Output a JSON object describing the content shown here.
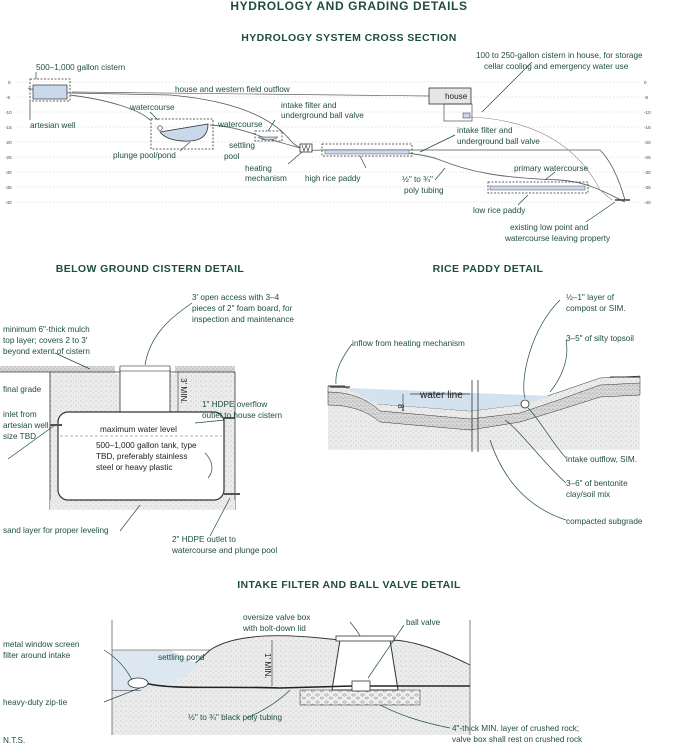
{
  "title": "HYDROLOGY AND GRADING DETAILS",
  "cross_section": {
    "title": "HYDROLOGY SYSTEM CROSS SECTION",
    "axis_ticks": [
      "0",
      "-5",
      "-10",
      "-15",
      "-20",
      "-25",
      "-30",
      "-35",
      "-40"
    ],
    "labels": {
      "cistern": "500–1,000 gallon cistern",
      "artesian_well": "artesian well",
      "house_outflow": "house and western field outflow",
      "watercourse_1": "watercourse",
      "watercourse_2": "watercourse",
      "plunge_pool": "plunge pool/pond",
      "intake_filter_1_line1": "intake filter and",
      "intake_filter_1_line2": "underground ball valve",
      "settling_pool_line1": "settling",
      "settling_pool_line2": "pool",
      "heating_line1": "heating",
      "heating_line2": "mechanism",
      "high_rice_paddy": "high rice paddy",
      "house": "house",
      "house_cistern_line1": "100 to 250-gallon cistern in house, for storage",
      "house_cistern_line2": "cellar cooling and emergency water use",
      "intake_filter_2_line1": "intake filter and",
      "intake_filter_2_line2": "underground ball valve",
      "primary_watercourse": "primary watercourse",
      "poly_line1": "½\" to ¾\"",
      "poly_line2": "poly tubing",
      "low_rice_paddy": "low rice paddy",
      "low_point_line1": "existing low point and",
      "low_point_line2": "watercourse leaving property"
    }
  },
  "cistern_detail": {
    "title": "BELOW GROUND CISTERN DETAIL",
    "labels": {
      "access_line1": "3' open access with 3–4",
      "access_line2": "pieces of 2\" foam board, for",
      "access_line3": "inspection and maintenance",
      "mulch_line1": "minimum 6\"-thick mulch",
      "mulch_line2": "top layer; covers 2 to 3'",
      "mulch_line3": "beyond extent of cistern",
      "final_grade": "final grade",
      "inlet_line1": "inlet from",
      "inlet_line2": "artesian well,",
      "inlet_line3": "size TBD",
      "overflow_line1": "1\" HDPE overflow",
      "overflow_line2": "outlet to house cistern",
      "max_water": "maximum water level",
      "tank_line1": "500–1,000 gallon tank, type",
      "tank_line2": "TBD, preferably stainless",
      "tank_line3": "steel or heavy plastic",
      "sand": "sand layer for proper leveling",
      "outlet_line1": "2\" HDPE outlet to",
      "outlet_line2": "watercourse and plunge pool",
      "dim": "3' MIN."
    }
  },
  "paddy_detail": {
    "title": "RICE PADDY DETAIL",
    "labels": {
      "inflow": "inflow from heating mechanism",
      "water_line": "water line",
      "dim": "8\"",
      "compost_line1": "½–1\" layer of",
      "compost_line2": "compost or SIM.",
      "topsoil": "3–5\" of silty topsoil",
      "outflow": "intake outflow, SIM.",
      "bentonite_line1": "3–6\" of bentonite",
      "bentonite_line2": "clay/soil mix",
      "subgrade": "compacted subgrade"
    }
  },
  "intake_detail": {
    "title": "INTAKE FILTER AND BALL VALVE DETAIL",
    "labels": {
      "valve_box_line1": "oversize valve box",
      "valve_box_line2": "with bolt-down lid",
      "ball_valve": "ball valve",
      "screen_line1": "metal window screen",
      "screen_line2": "filter around intake",
      "settling_pond": "settling pond",
      "zip_tie": "heavy-duty zip-tie",
      "tubing": "½\" to ¾\" black poly tubing",
      "rock_line1": "4\"-thick MIN. layer of crushed rock;",
      "rock_line2": "valve box shall rest on crushed rock",
      "dim": "1' MIN."
    }
  },
  "nts": "N.T.S.",
  "colors": {
    "label": "#1f4d44",
    "water": "#c9d8ea",
    "soil": "#ececec",
    "line": "#333333"
  }
}
